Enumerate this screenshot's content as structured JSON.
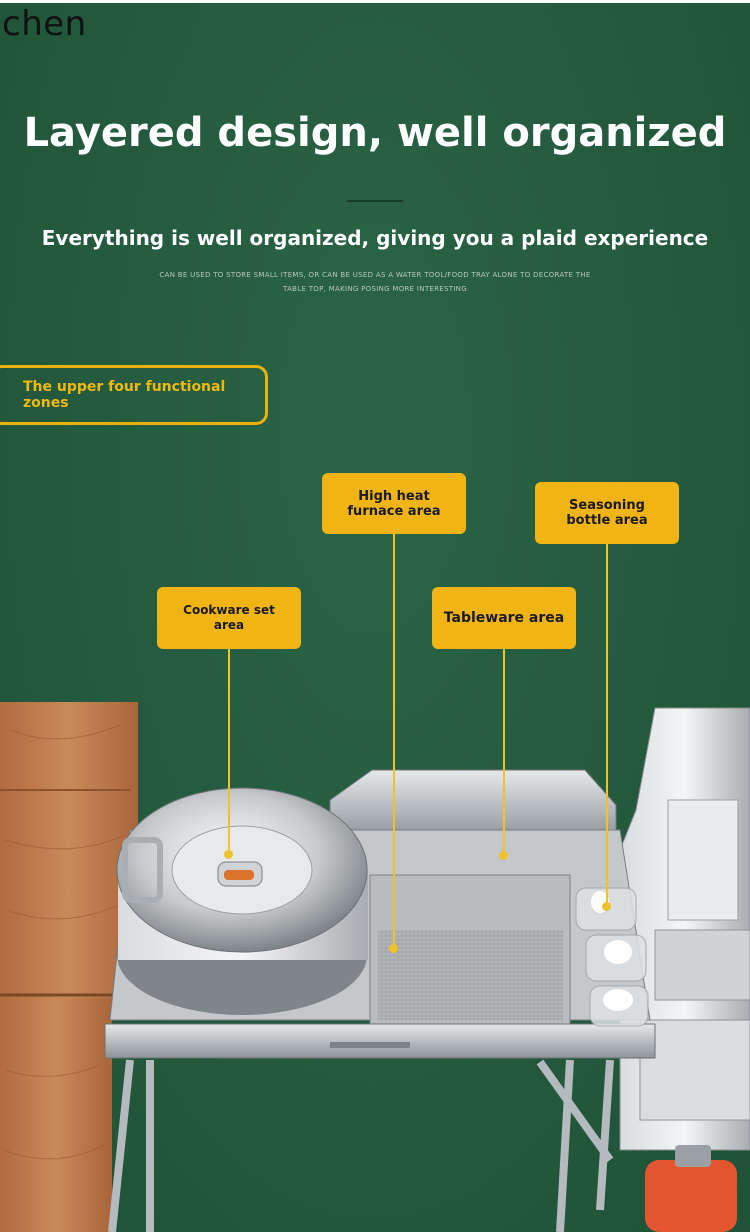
{
  "watermark": "chen",
  "title": "Layered design, well organized",
  "subtitle": "Everything is well organized, giving you a plaid experience",
  "note_line1": "CAN BE USED TO STORE SMALL ITEMS, OR CAN BE USED AS A WATER TOOL/FOOD TRAY ALONE TO DECORATE THE",
  "note_line2": "TABLE TOP, MAKING POSING MORE INTERESTING",
  "zone_badge": "The upper four functional zones",
  "tags": {
    "high_heat_1": "High heat",
    "high_heat_2": "furnace area",
    "seasoning_1": "Seasoning",
    "seasoning_2": "bottle area",
    "cookware_1": "Cookware set",
    "cookware_2": "area",
    "tableware": "Tableware area"
  },
  "colors": {
    "background": "#245a3d",
    "accent": "#f1b415",
    "text": "#ffffff"
  }
}
